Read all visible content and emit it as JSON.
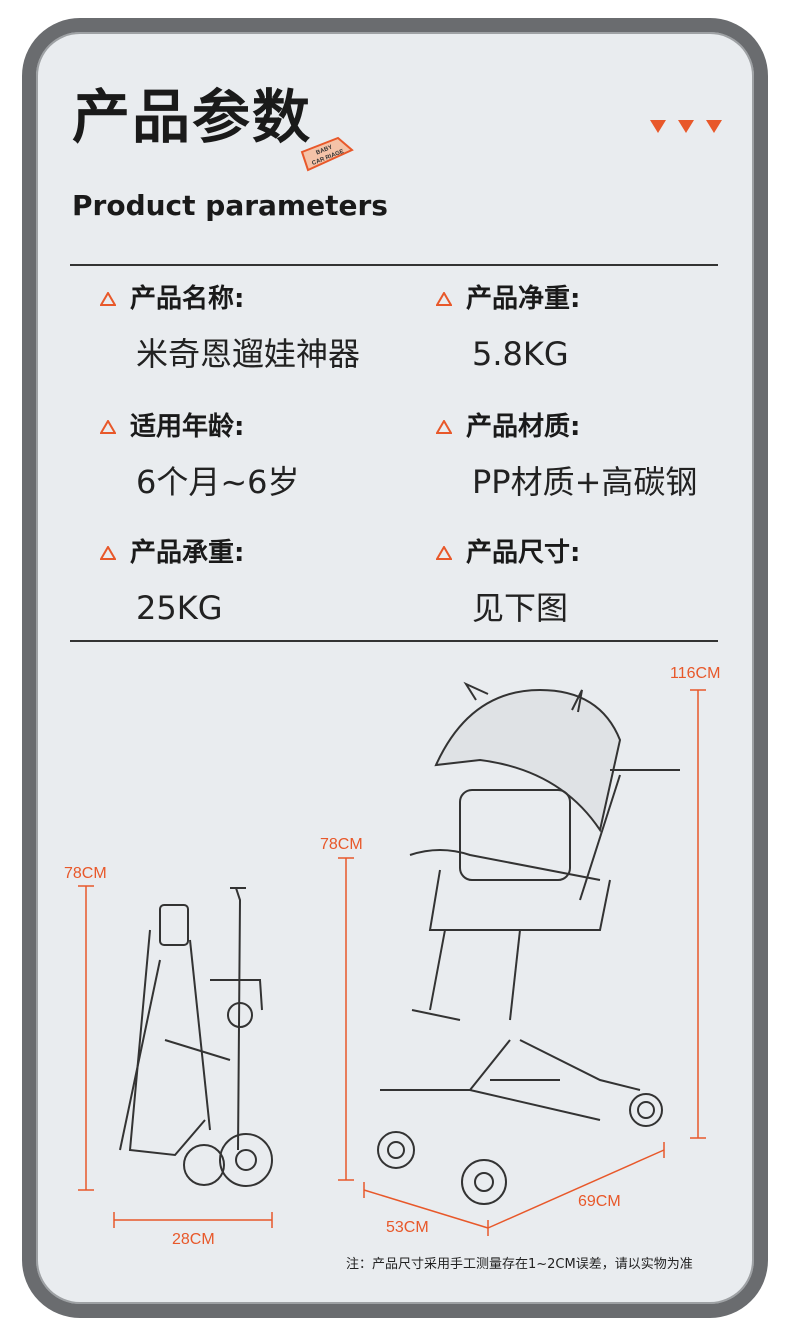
{
  "header": {
    "title_cn": "产品参数",
    "title_en": "Product parameters",
    "badge_line1": "BABY",
    "badge_line2": "CAR RIAGE",
    "accent_color": "#e8582a"
  },
  "params": [
    {
      "label": "产品名称:",
      "value": "米奇恩遛娃神器"
    },
    {
      "label": "产品净重:",
      "value": "5.8KG"
    },
    {
      "label": "适用年龄:",
      "value": "6个月~6岁"
    },
    {
      "label": "产品材质:",
      "value": "PP材质+高碳钢"
    },
    {
      "label": "产品承重:",
      "value": "25KG"
    },
    {
      "label": "产品尺寸:",
      "value": "见下图"
    }
  ],
  "dimensions": {
    "folded_height": "78CM",
    "folded_width": "28CM",
    "seat_height": "78CM",
    "total_height": "116CM",
    "depth": "53CM",
    "length": "69CM"
  },
  "note": "注：产品尺寸采用手工测量存在1~2CM误差，请以实物为准",
  "icons": [
    "warning-triangle-icon",
    "down-arrow-icon"
  ]
}
